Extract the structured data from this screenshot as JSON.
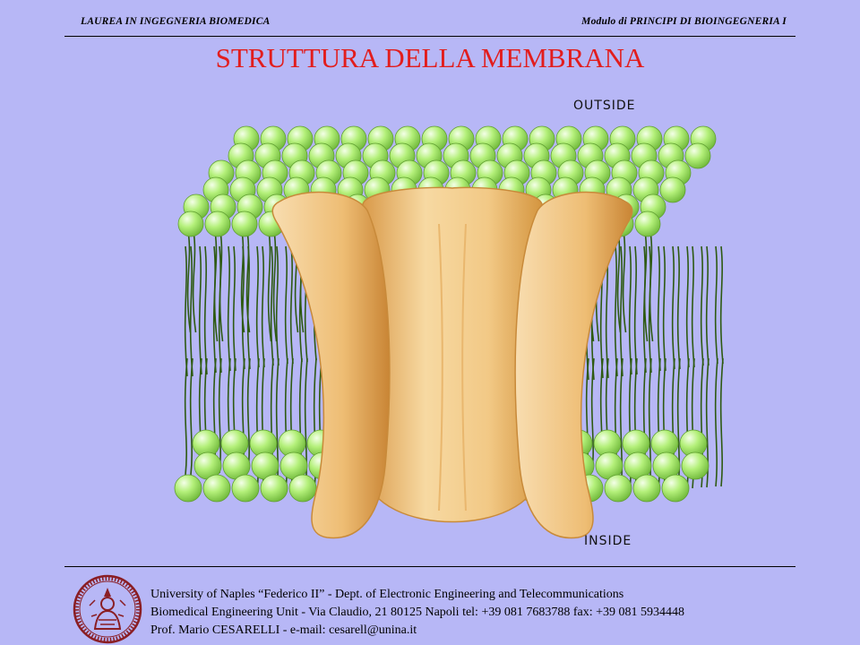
{
  "header": {
    "left": "LAUREA IN INGEGNERIA BIOMEDICA",
    "right": "Modulo di  PRINCIPI DI BIOINGEGNERIA  I"
  },
  "title": "STRUTTURA DELLA MEMBRANA",
  "diagram": {
    "outside_label": "OUTSIDE",
    "inside_label": "INSIDE",
    "colors": {
      "head": "#a8ec6a",
      "head_highlight": "#eaffd8",
      "tail": "#2e5a12",
      "protein": "#f2c986",
      "protein_edge": "#c88a3a"
    }
  },
  "footer": {
    "line1": "University of Naples “Federico II” - Dept. of Electronic Engineering and Telecommunications",
    "line2": "Biomedical Engineering Unit - Via Claudio, 21  80125 Napoli  tel: +39 081 7683788   fax: +39 081 5934448",
    "line3": "Prof. Mario CESARELLI - e-mail: cesarell@unina.it"
  }
}
